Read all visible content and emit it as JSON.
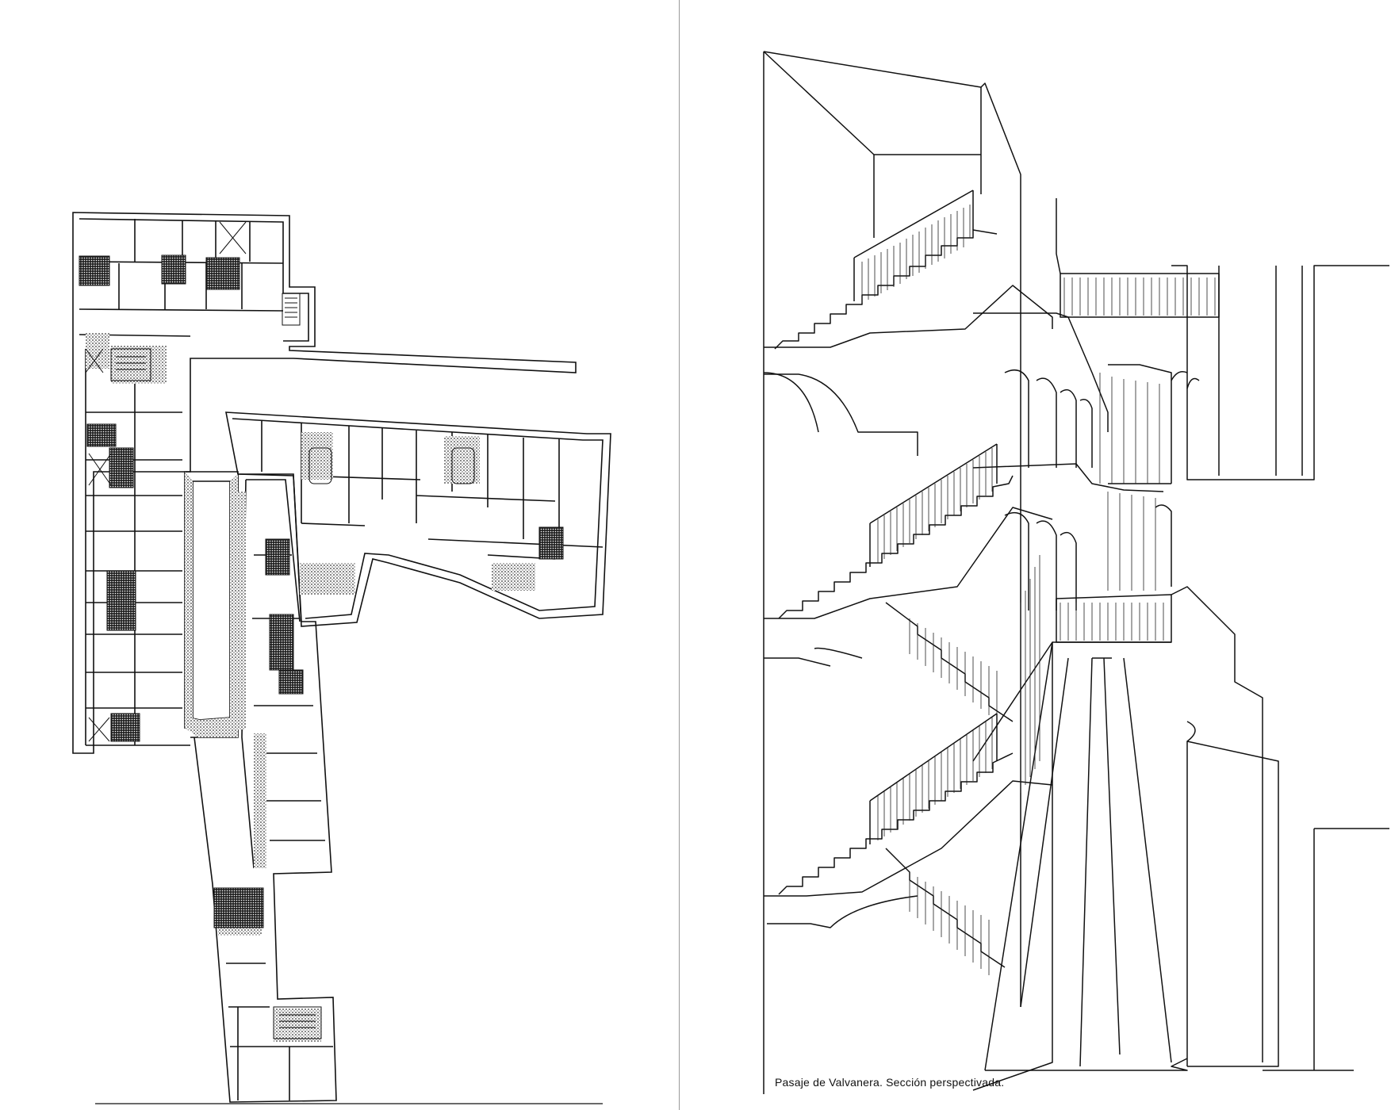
{
  "drawings": {
    "left": {
      "kind": "floor-plan"
    },
    "right": {
      "kind": "perspective-section"
    }
  },
  "caption": {
    "text": "Pasaje de Valvanera. Sección perspectivada."
  },
  "colors": {
    "ink": "#111111",
    "paper": "#ffffff",
    "hatch": "#555555"
  }
}
